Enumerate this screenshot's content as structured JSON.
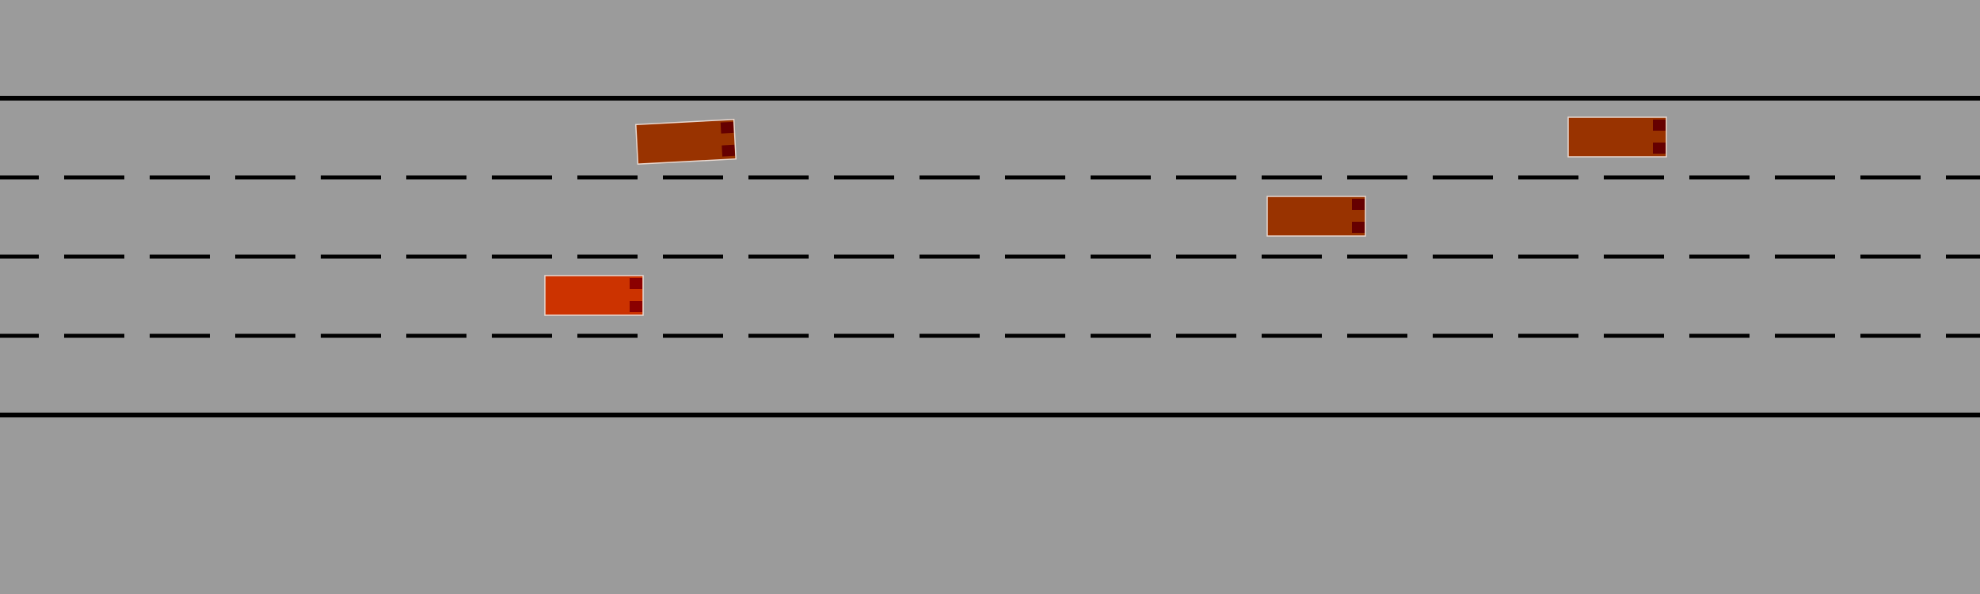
{
  "scene": {
    "type": "highway-driving-simulation",
    "background_color": "#9b9b9b",
    "road": {
      "lane_count": 4,
      "edge_line_color": "#000000",
      "lane_divider_style": "dashed",
      "lane_divider_color": "#000000"
    },
    "vehicles": [
      {
        "id": "ego-vehicle",
        "role": "ego",
        "lane": 3,
        "heading": "right",
        "color": "#cc3300",
        "light_color": "#8b0000"
      },
      {
        "id": "other-vehicle-1",
        "role": "other",
        "lane": 1,
        "heading": "right",
        "changing_lane": true,
        "color": "#993300",
        "light_color": "#660000"
      },
      {
        "id": "other-vehicle-2",
        "role": "other",
        "lane": 2,
        "heading": "right",
        "color": "#993300",
        "light_color": "#660000"
      },
      {
        "id": "other-vehicle-3",
        "role": "other",
        "lane": 1,
        "heading": "right",
        "color": "#993300",
        "light_color": "#660000"
      }
    ]
  }
}
